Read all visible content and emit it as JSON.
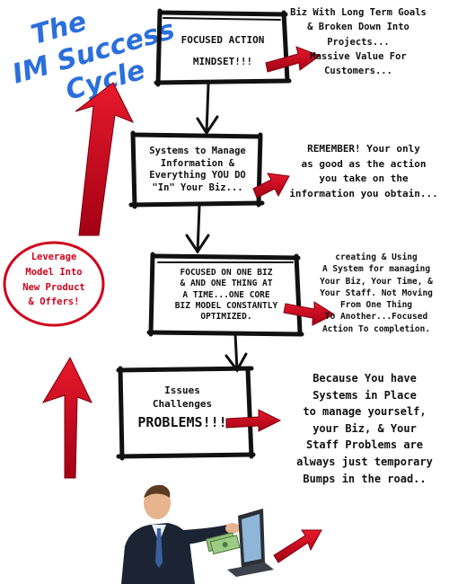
{
  "title": {
    "line1": "The",
    "line2": "IM Success",
    "line3": "Cycle",
    "color": "#2a6fdb"
  },
  "colors": {
    "ink": "#111111",
    "accent": "#d0021b"
  },
  "boxes": [
    {
      "id": "mindset",
      "lines": [
        "FOCUSED ACTION",
        "MINDSET!!!"
      ]
    },
    {
      "id": "systems",
      "lines": [
        "Systems to Manage",
        "Information &",
        "Everything YOU DO",
        "\"In\" Your Biz..."
      ]
    },
    {
      "id": "focus",
      "lines": [
        "FOCUSED ON ONE BIZ",
        "& AND ONE THING AT",
        "A TIME...ONE CORE",
        "BIZ MODEL CONSTANTLY",
        "OPTIMIZED."
      ]
    },
    {
      "id": "problems",
      "lines": [
        "Issues",
        "Challenges",
        "PROBLEMS!!!"
      ]
    }
  ],
  "notes": [
    {
      "id": "goals",
      "lines": [
        "Biz With Long Term Goals",
        "& Broken Down Into",
        "Projects...",
        "Massive Value For",
        "Customers..."
      ]
    },
    {
      "id": "remember",
      "lines": [
        "REMEMBER! Your only",
        "as good as the action",
        "you take on the",
        "information you obtain..."
      ]
    },
    {
      "id": "creating",
      "lines": [
        "creating & Using",
        "A System for managing",
        "Your Biz, Your Time, &",
        "Your Staff. Not Moving",
        "From One Thing",
        "To Another...Focused",
        "Action To completion."
      ]
    },
    {
      "id": "because",
      "lines": [
        "Because You have",
        "Systems in Place",
        "to manage yourself,",
        "your Biz, & Your",
        "Staff Problems are",
        "always just temporary",
        "Bumps in the road.."
      ]
    }
  ],
  "leverage": {
    "lines": [
      "Leverage",
      "Model Into",
      "New Product",
      "& Offers!"
    ]
  },
  "photo": {
    "icon": "businessman-with-laptop-and-cash"
  }
}
